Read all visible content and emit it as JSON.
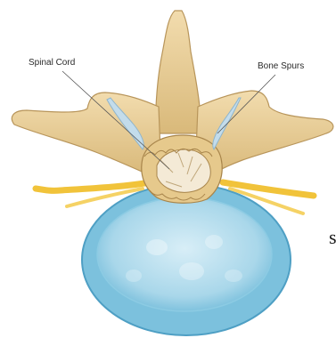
{
  "labels": {
    "spinal_cord": "Spinal Cord",
    "bone_spurs": "Bone Spurs",
    "edge_fragment": "s"
  },
  "colors": {
    "bone": "#e9cf98",
    "bone_shadow": "#c9a767",
    "bone_highlight": "#f5e4bd",
    "disc_outer": "#6fbad9",
    "disc_inner": "#b4ddec",
    "nerve": "#f2c83a",
    "spur": "#c3dceb",
    "leader_line": "#555555"
  },
  "icons": {
    "illustration": "vertebra-cross-section-icon"
  }
}
